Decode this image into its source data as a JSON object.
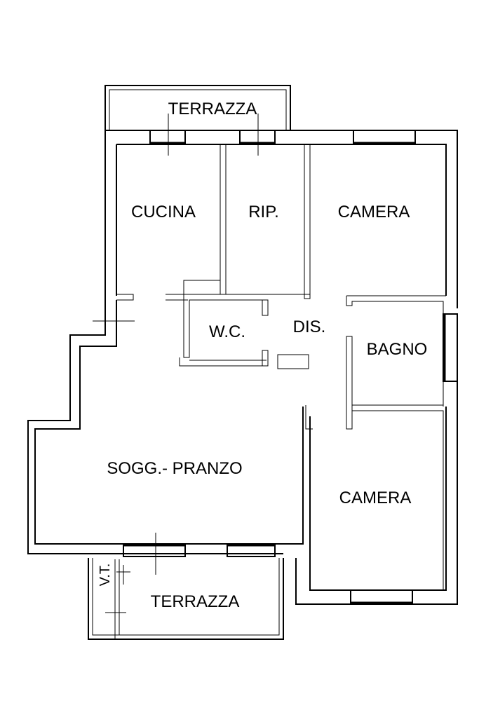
{
  "rooms": {
    "terrazza_top": "TERRAZZA",
    "cucina": "CUCINA",
    "ripostiglio": "RIP.",
    "camera_top": "CAMERA",
    "wc": "W.C.",
    "disimpegno": "DIS.",
    "bagno": "BAGNO",
    "soggiorno": "SOGG.- PRANZO",
    "camera_bottom": "CAMERA",
    "terrazza_bottom": "TERRAZZA"
  },
  "vertical_label": "V.T.",
  "colors": {
    "line": "#000000",
    "background": "#ffffff"
  }
}
